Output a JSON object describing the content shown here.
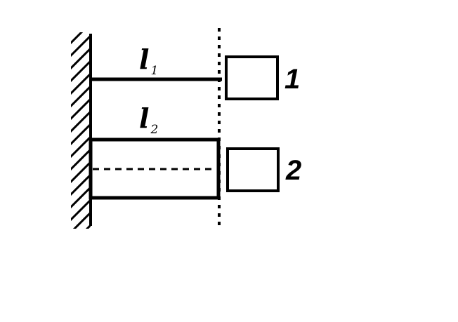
{
  "diagram": {
    "background_color": "#ffffff",
    "line_color": "#000000",
    "rod1_label": {
      "symbol": "l",
      "subscript": "1"
    },
    "rod2_label": {
      "symbol": "l",
      "subscript": "2"
    },
    "block1_label": "1",
    "block2_label": "2"
  }
}
